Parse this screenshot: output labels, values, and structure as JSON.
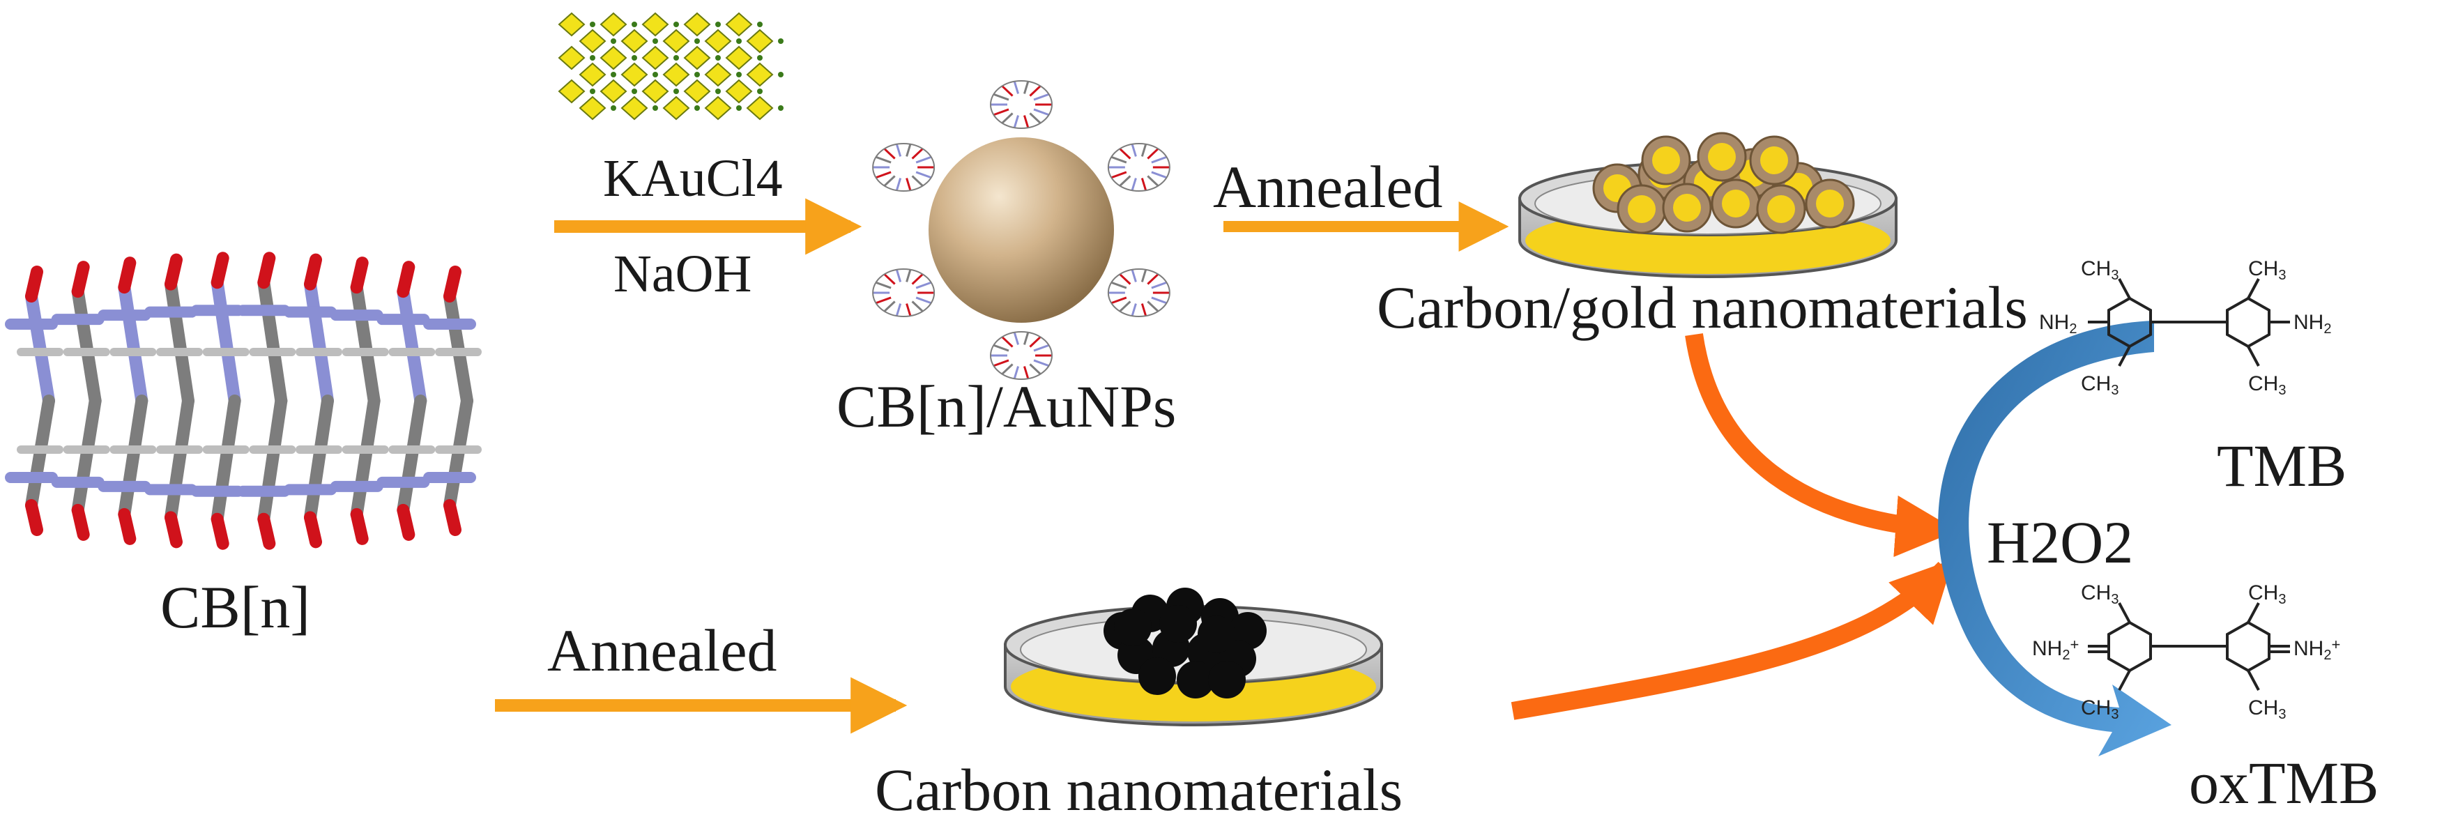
{
  "labels": {
    "cb_monomer": "CB[n]",
    "reagent_salt": "KAuCl4",
    "reagent_base": "NaOH",
    "composite": "CB[n]/AuNPs",
    "annealed_top": "Annealed",
    "annealed_bottom": "Annealed",
    "carbon_gold": "Carbon/gold nanomaterials",
    "carbon": "Carbon nanomaterials",
    "oxidant": "H2O2",
    "substrate": "TMB",
    "product": "oxTMB"
  },
  "structure_atoms": {
    "methyl": "CH3",
    "amine": "NH2",
    "iminium": "NH2+"
  },
  "colors": {
    "arrow_orange": "#f7a21b",
    "arrow_deep_orange": "#fb6a12",
    "curve_blue": "#3f86c8",
    "gold_fill": "#f5d21c",
    "gold_sphere": "#c9a57a",
    "carbon_black": "#0d0d0d",
    "oxygen_red": "#d0121b",
    "nitrogen_blue": "#8a8fd4",
    "carbon_grey": "#7d7d7d"
  }
}
